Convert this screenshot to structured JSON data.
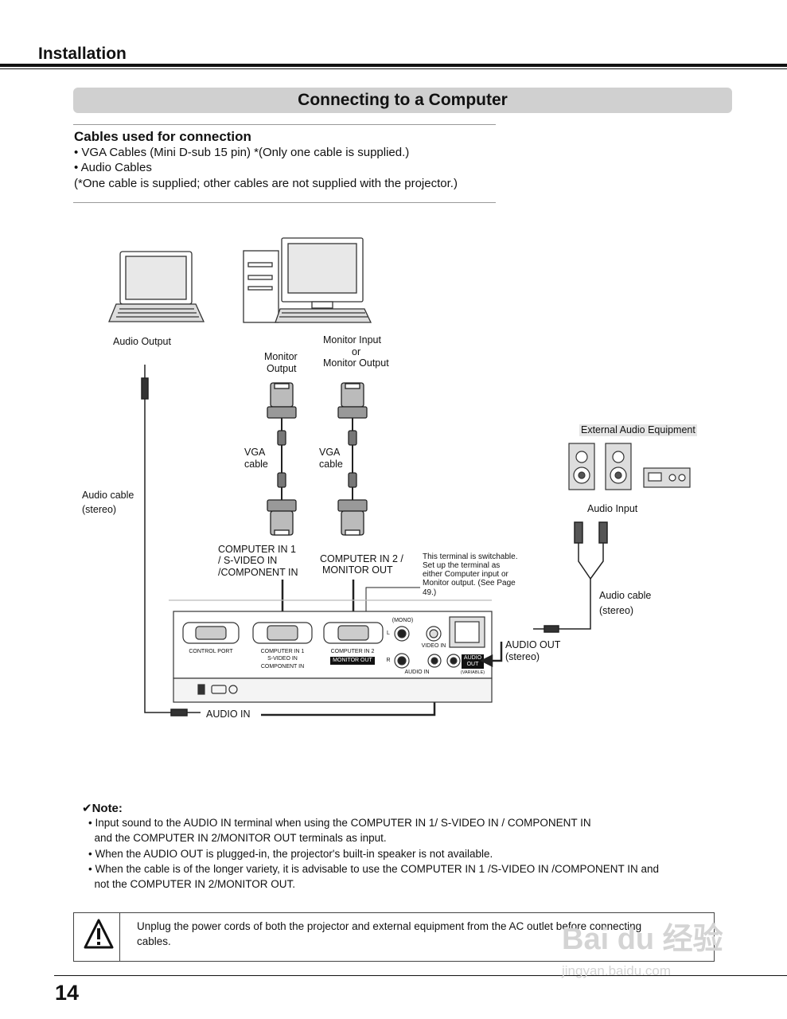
{
  "header": {
    "section": "Installation",
    "title": "Connecting to a Computer"
  },
  "cables": {
    "heading": "Cables used for connection",
    "lines": [
      "• VGA Cables (Mini D-sub 15 pin) *(Only one cable is supplied.)",
      "• Audio Cables",
      "(*One cable is supplied; other cables are not supplied with the projector.)"
    ]
  },
  "diagram": {
    "audio_output": "Audio Output",
    "monitor_output": [
      "Monitor",
      "Output"
    ],
    "monitor_input_or_output": [
      "Monitor Input",
      "or",
      "Monitor Output"
    ],
    "vga_cable_1": [
      "VGA",
      "cable"
    ],
    "vga_cable_2": [
      "VGA",
      "cable"
    ],
    "audio_cable_left": [
      "Audio cable",
      "(stereo)"
    ],
    "computer_in_1": [
      "COMPUTER  IN 1",
      "/ S-VIDEO IN",
      "/COMPONENT IN"
    ],
    "computer_in_2": [
      "COMPUTER IN 2 /",
      "MONITOR OUT"
    ],
    "switchable_note": [
      "This terminal is switchable.",
      "Set up the terminal as",
      "either Computer input or",
      "Monitor output. (See Page",
      "49.)"
    ],
    "external_audio": "External Audio Equipment",
    "audio_input": "Audio Input",
    "audio_cable_right": [
      "Audio cable",
      "(stereo)"
    ],
    "audio_out": [
      "AUDIO OUT",
      "(stereo)"
    ],
    "audio_in": "AUDIO IN",
    "panel": {
      "control_port": "CONTROL PORT",
      "computer_in_1": [
        "COMPUTER IN 1",
        "S-VIDEO IN",
        "COMPONENT IN"
      ],
      "computer_in_2": "COMPUTER IN 2",
      "monitor_out": "MONITOR OUT",
      "mono": "(MONO)",
      "l": "L",
      "r": "R",
      "video_in": "VIDEO IN",
      "audio_in_small": "AUDIO IN",
      "audio_out_small": [
        "AUDIO",
        "OUT"
      ],
      "variable": "(VARIABLE)"
    }
  },
  "note": {
    "heading": "✔Note:",
    "lines": [
      "• Input sound to the AUDIO IN terminal when using the COMPUTER IN 1/ S-VIDEO IN / COMPONENT IN",
      "  and the COMPUTER IN 2/MONITOR OUT terminals as input.",
      "• When the AUDIO OUT is plugged-in, the projector's built-in speaker is not available.",
      "• When the cable is of the longer variety, it is advisable to use the COMPUTER IN 1 /S-VIDEO IN /COMPONENT IN and",
      "  not the COMPUTER IN 2/MONITOR OUT."
    ]
  },
  "warning": {
    "lines": [
      "Unplug the power cords of both the projector and external equipment from the AC outlet before connecting",
      "cables."
    ]
  },
  "page_number": "14",
  "watermark": {
    "brand": "Bai du 经验",
    "url": "jingyan.baidu.com"
  }
}
